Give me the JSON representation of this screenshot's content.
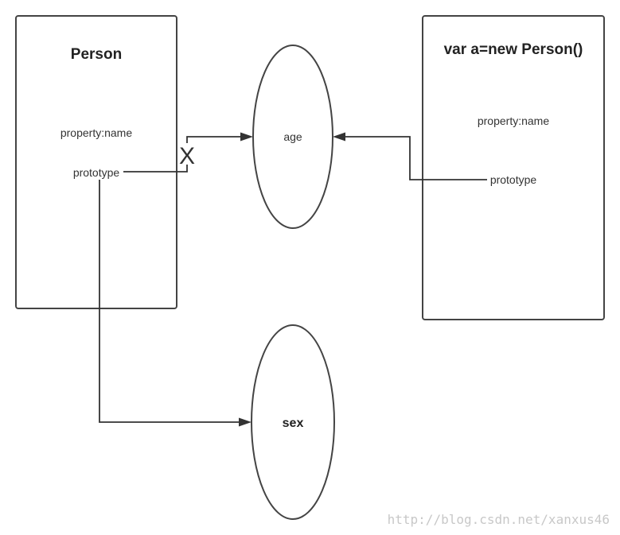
{
  "person_box": {
    "title": "Person",
    "property_label": "property:name",
    "prototype_label": "prototype"
  },
  "instance_box": {
    "title": "var a=new Person()",
    "property_label": "property:name",
    "prototype_label": "prototype"
  },
  "age_node": {
    "label": "age"
  },
  "sex_node": {
    "label": "sex"
  },
  "broken_link_mark": "X",
  "watermark": "http://blog.csdn.net/xanxus46",
  "colors": {
    "stroke": "#444444",
    "text": "#333333",
    "watermark": "#c8c8c8"
  }
}
